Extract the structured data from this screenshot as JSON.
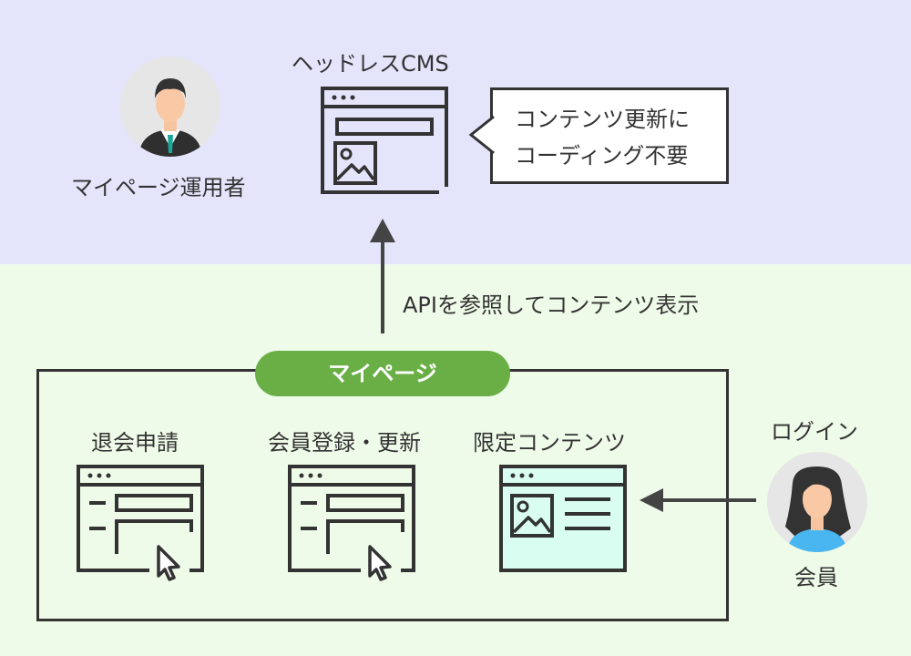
{
  "top": {
    "operator_label": "マイページ運用者",
    "cms_label": "ヘッドレスCMS",
    "bubble_lines": [
      "コンテンツ更新に",
      "コーディング不要"
    ]
  },
  "connector": {
    "api_label": "APIを参照してコンテンツ表示"
  },
  "mypage": {
    "title": "マイページ",
    "items": [
      {
        "label": "退会申請"
      },
      {
        "label": "会員登録・更新"
      },
      {
        "label": "限定コンテンツ"
      }
    ]
  },
  "member": {
    "login_label": "ログイン",
    "member_label": "会員"
  },
  "colors": {
    "top_band": "#e4e4fb",
    "bottom_band": "#effbe9",
    "accent_green": "#6aaf46",
    "content_fill": "#d9fdf1",
    "stroke": "#333333"
  }
}
